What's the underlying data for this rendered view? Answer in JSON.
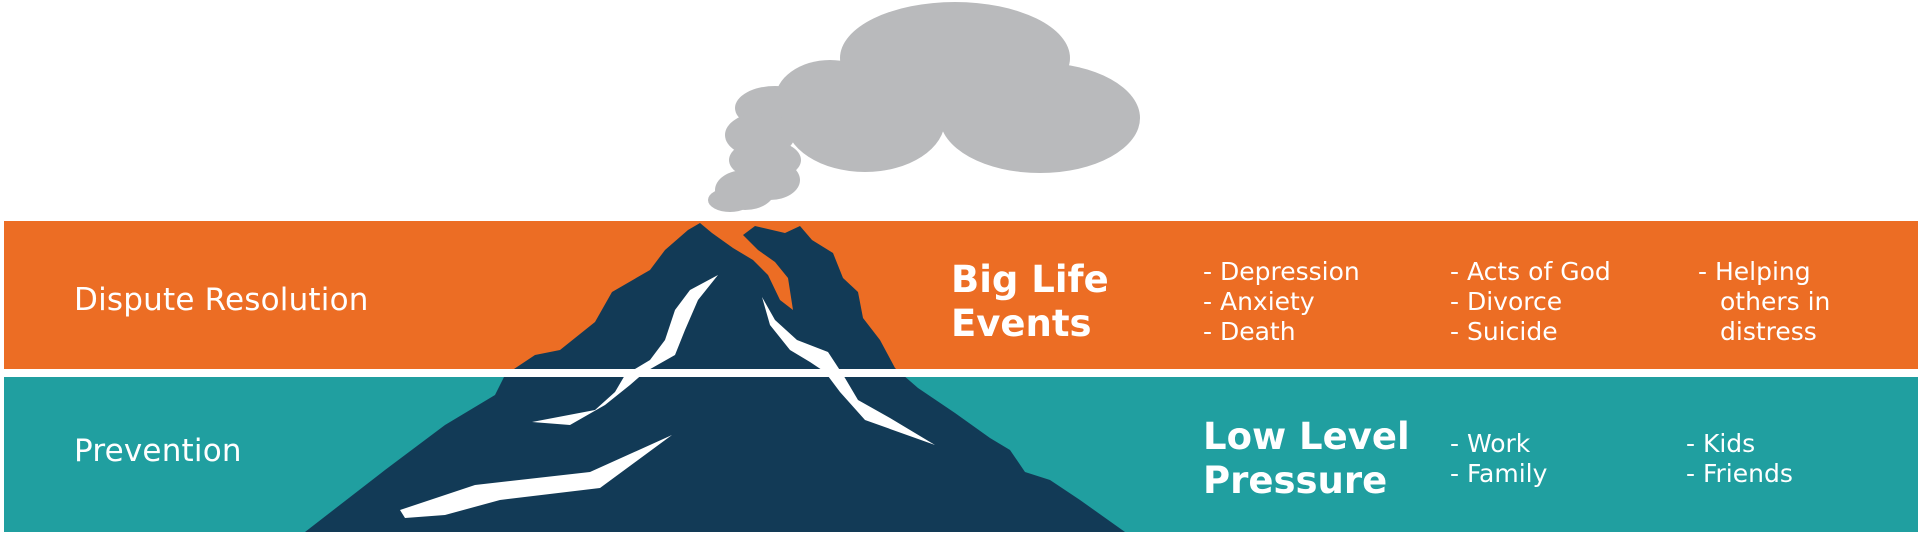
{
  "colors": {
    "top_band": "#EC6D24",
    "bottom_band": "#209FA0",
    "mountain": "#123A56",
    "cracks": "#FFFFFF",
    "smoke": "#B9BABC",
    "text": "#FFFFFF"
  },
  "top_row": {
    "label": "Dispute Resolution",
    "heading": "Big Life Events",
    "groups": [
      [
        "- Depression",
        "- Anxiety",
        "- Death"
      ],
      [
        "- Acts of God",
        "- Divorce",
        "- Suicide"
      ],
      [
        "- Helping others in distress"
      ]
    ]
  },
  "bottom_row": {
    "label": "Prevention",
    "heading": "Low Level Pressure",
    "groups": [
      [
        "- Work",
        "- Family"
      ],
      [
        "- Kids",
        "- Friends"
      ]
    ]
  },
  "illustration": {
    "mountain_icon": "volcano-icon",
    "smoke_icon": "smoke-cloud-icon"
  }
}
